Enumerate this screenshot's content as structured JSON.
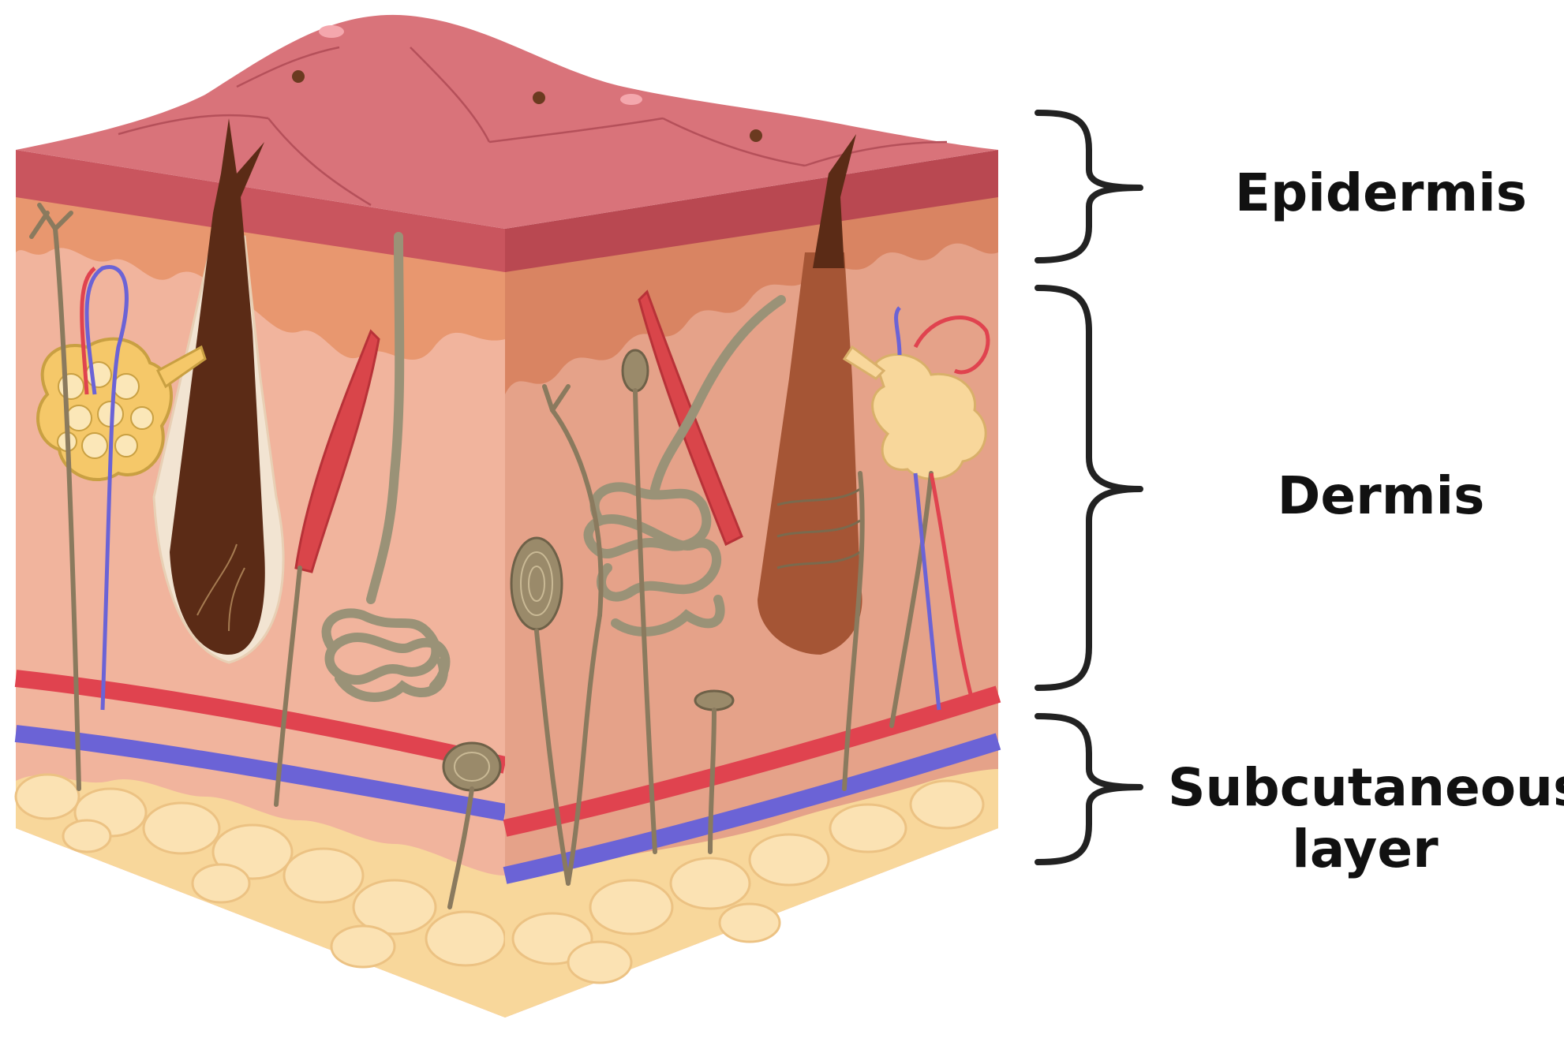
{
  "labels": {
    "epidermis": "Epidermis",
    "dermis": "Dermis",
    "subcutaneous_line1": "Subcutaneous",
    "subcutaneous_line2": "layer"
  },
  "colors": {
    "epidermis_top": "#d9737a",
    "epidermis_edge": "#c9555e",
    "dermis": "#f1b49d",
    "dermis_right": "#e5a289",
    "papillary": "#e8976f",
    "fat": "#f8d79b",
    "artery": "#e0434f",
    "vein": "#6b63d6",
    "nerve": "#8a7a5e",
    "hair": "#5b2b16",
    "muscle": "#d9454a",
    "gland": "#f5c869",
    "sweat_gland": "#9a9277",
    "bracket": "#222222"
  }
}
